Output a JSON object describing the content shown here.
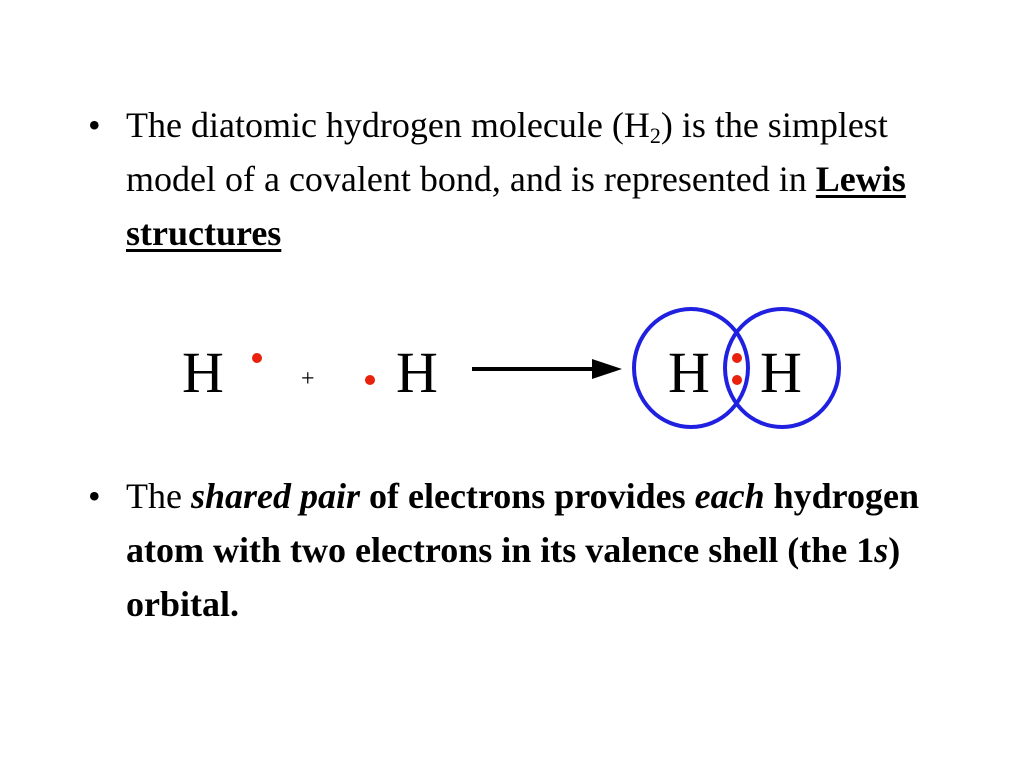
{
  "bullets": [
    {
      "marker": "•",
      "line1_pre": "The diatomic hydrogen molecule (H",
      "line1_sub": "2",
      "line1_post": ") is the simplest model of a covalent bond, and is represented in ",
      "link": "Lewis structures"
    },
    {
      "marker": "•",
      "t1": "The ",
      "t2": "shared pair",
      "t3": " of electrons provides ",
      "t4": "each",
      "t5": " hydrogen atom with two electrons in its valence shell (the 1",
      "t6": "s",
      "t7": ") orbital."
    }
  ],
  "diagram": {
    "atom_left": "H",
    "plus": "+",
    "atom_right": "H",
    "product_left": "H",
    "product_right": "H",
    "colors": {
      "electron": "#e8220c",
      "orbital": "#2020e0",
      "text": "#000000"
    }
  }
}
